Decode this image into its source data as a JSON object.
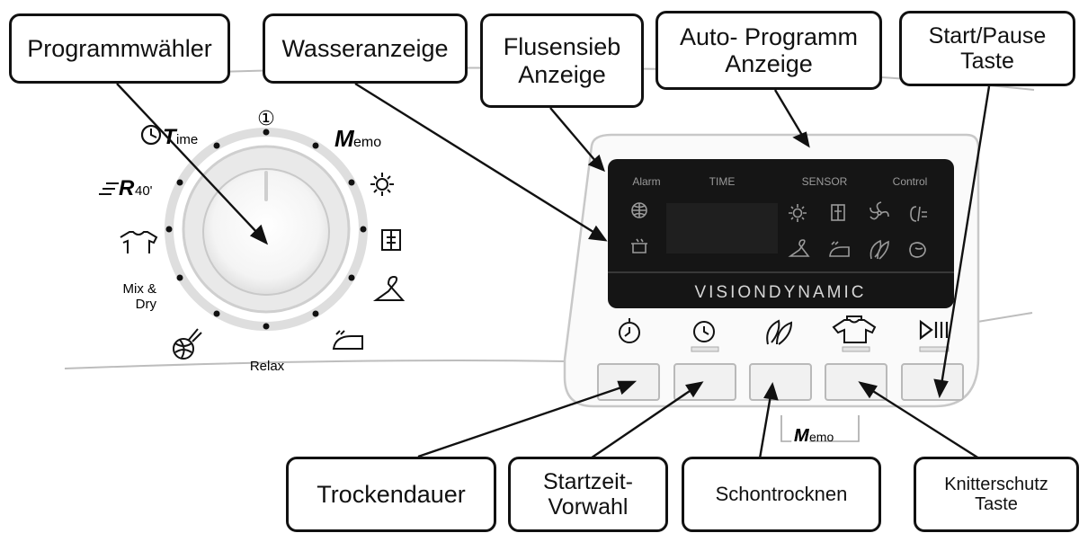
{
  "callouts": {
    "programmwaehler": "Programmwähler",
    "wasseranzeige": "Wasseranzeige",
    "flusensieb": [
      "Flusensieb",
      "Anzeige"
    ],
    "auto_programm": [
      "Auto- Programm",
      "Anzeige"
    ],
    "start_pause": [
      "Start/Pause",
      "Taste"
    ],
    "trockendauer": "Trockendauer",
    "startzeit": [
      "Startzeit-",
      "Vorwahl"
    ],
    "schontrocknen": "Schontrocknen",
    "knitterschutz": [
      "Knitterschutz",
      "Taste"
    ]
  },
  "dial": {
    "top_symbol": "①",
    "time_label": "Time",
    "time_label_initial": "T",
    "time_label_rest": "ime",
    "memo_initial": "M",
    "memo_rest": "emo",
    "r40_initial": "R",
    "r40_rest": "40'",
    "mix_dry": [
      "Mix &",
      "Dry"
    ],
    "relax": "Relax"
  },
  "display": {
    "alarm": "Alarm",
    "time": "TIME",
    "sensor": "SENSOR",
    "control": "Control",
    "brand": "VISIONDYNAMIC"
  },
  "memo_bracket": {
    "initial": "M",
    "rest": "emo"
  },
  "icons": [
    "timer-icon",
    "delay-start-icon",
    "delicate-feather-icon",
    "anti-crease-shirt-icon",
    "start-pause-icon",
    "sun-icon",
    "lint-filter-icon",
    "fan-icon",
    "shirt-icon",
    "hanger-icon",
    "iron-icon",
    "knit-ball-icon",
    "water-tank-icon",
    "globe-icon"
  ]
}
